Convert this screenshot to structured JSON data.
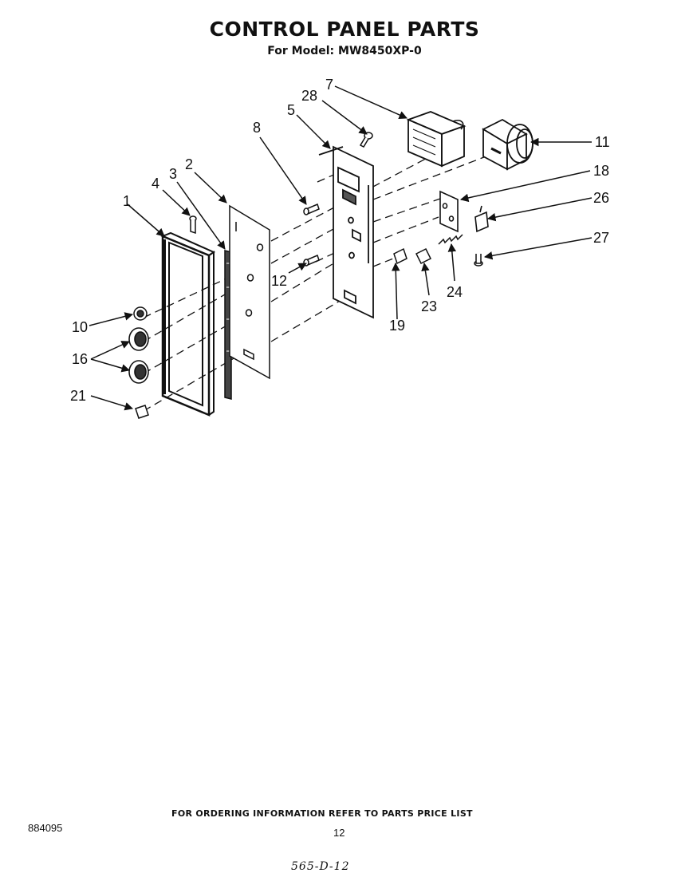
{
  "header": {
    "title": "CONTROL PANEL PARTS",
    "model_line": "For Model: MW8450XP-0"
  },
  "callouts": {
    "p1": "1",
    "p2": "2",
    "p3": "3",
    "p4": "4",
    "p5": "5",
    "p7": "7",
    "p8": "8",
    "p10": "10",
    "p11": "11",
    "p12": "12",
    "p16": "16",
    "p18": "18",
    "p19": "19",
    "p21": "21",
    "p23": "23",
    "p24": "24",
    "p26": "26",
    "p27": "27",
    "p28": "28"
  },
  "footer": {
    "ordering_note": "FOR ORDERING INFORMATION REFER TO PARTS PRICE LIST",
    "doc_number": "884095",
    "page_number": "12",
    "handwritten_code": "565-D-12"
  }
}
